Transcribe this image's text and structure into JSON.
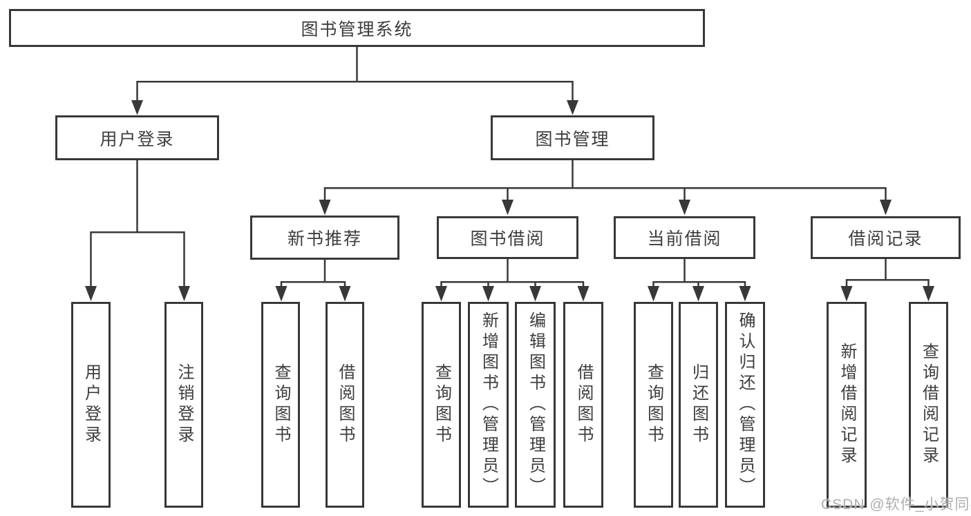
{
  "colors": {
    "line": "#383838",
    "text": "#3d3d3d",
    "watermark": "#aeaeae",
    "background": "#ffffff"
  },
  "nodes": {
    "root": {
      "label": "图书管理系统"
    },
    "user_login": {
      "label": "用户登录"
    },
    "book_management": {
      "label": "图书管理"
    },
    "new_book_recommend": {
      "label": "新书推荐"
    },
    "book_borrowing": {
      "label": "图书借阅"
    },
    "current_borrowing": {
      "label": "当前借阅"
    },
    "borrowing_records": {
      "label": "借阅记录"
    },
    "leaf_user_login": {
      "label": "用户登录"
    },
    "leaf_logout": {
      "label": "注销登录"
    },
    "leaf_nbr_query_books": {
      "label": "查询图书"
    },
    "leaf_nbr_borrow_books": {
      "label": "借阅图书"
    },
    "leaf_bb_query_books": {
      "label": "查询图书"
    },
    "leaf_bb_add_books": {
      "label": "新增图书（管理员）"
    },
    "leaf_bb_edit_books": {
      "label": "编辑图书（管理员）"
    },
    "leaf_bb_borrow_books": {
      "label": "借阅图书"
    },
    "leaf_cb_query_books": {
      "label": "查询图书"
    },
    "leaf_cb_return_books": {
      "label": "归还图书"
    },
    "leaf_cb_confirm_return": {
      "label": "确认归还（管理员）"
    },
    "leaf_br_add_record": {
      "label": "新增借阅记录"
    },
    "leaf_br_query_record": {
      "label": "查询借阅记录"
    }
  },
  "hierarchy": {
    "root": [
      "user_login",
      "book_management"
    ],
    "user_login": [
      "leaf_user_login",
      "leaf_logout"
    ],
    "book_management": [
      "new_book_recommend",
      "book_borrowing",
      "current_borrowing",
      "borrowing_records"
    ],
    "new_book_recommend": [
      "leaf_nbr_query_books",
      "leaf_nbr_borrow_books"
    ],
    "book_borrowing": [
      "leaf_bb_query_books",
      "leaf_bb_add_books",
      "leaf_bb_edit_books",
      "leaf_bb_borrow_books"
    ],
    "current_borrowing": [
      "leaf_cb_query_books",
      "leaf_cb_return_books",
      "leaf_cb_confirm_return"
    ],
    "borrowing_records": [
      "leaf_br_add_record",
      "leaf_br_query_record"
    ]
  },
  "watermark": {
    "text": "CSDN @软件_小贺同学"
  }
}
